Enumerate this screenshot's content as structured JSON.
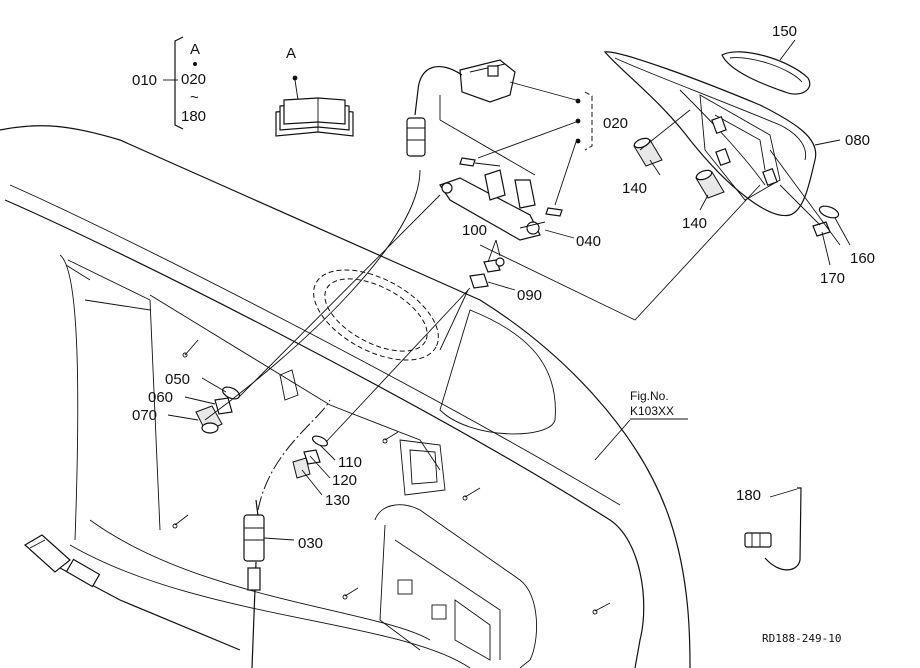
{
  "legend": {
    "range_code": "010",
    "marker": "A",
    "from_code": "020",
    "tilde": "~",
    "to_code": "180"
  },
  "book_marker": "A",
  "callouts": {
    "c020": "020",
    "c030": "030",
    "c040": "040",
    "c050": "050",
    "c060": "060",
    "c070": "070",
    "c080": "080",
    "c090": "090",
    "c100": "100",
    "c110": "110",
    "c120": "120",
    "c130": "130",
    "c140a": "140",
    "c140b": "140",
    "c150": "150",
    "c160": "160",
    "c170": "170",
    "c180": "180"
  },
  "figure": {
    "label": "Fig.No.",
    "number": "K103XX"
  },
  "reference_code": "RD188-249-10"
}
